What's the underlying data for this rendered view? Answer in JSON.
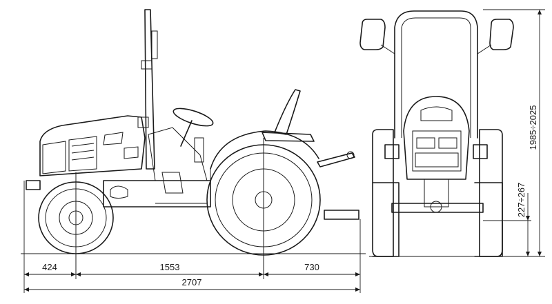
{
  "dimensions": {
    "front_overhang": "424",
    "wheelbase": "1553",
    "rear_overhang": "730",
    "overall_length": "2707",
    "overall_height": "1985÷2025",
    "ground_clearance": "227÷267"
  },
  "colors": {
    "line": "#1a1a1a",
    "background": "#ffffff"
  }
}
